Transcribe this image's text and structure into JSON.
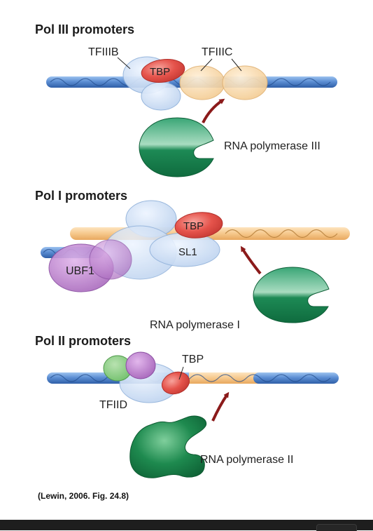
{
  "figure": {
    "sections": [
      {
        "heading": "Pol III promoters",
        "labels": {
          "tfiiib": "TFIIIB",
          "tbp": "TBP",
          "tfiiic": "TFIIIC",
          "polymerase": "RNA polymerase III"
        }
      },
      {
        "heading": "Pol I promoters",
        "labels": {
          "tbp": "TBP",
          "sl1": "SL1",
          "ubf1": "UBF1",
          "polymerase": "RNA polymerase I"
        }
      },
      {
        "heading": "Pol II promoters",
        "labels": {
          "tbp": "TBP",
          "tfiid": "TFIID",
          "polymerase": "RNA polymerase II"
        }
      }
    ],
    "caption": "(Lewin, 2006. Fig. 24.8)"
  },
  "colors": {
    "dna_blue": "#5b8fd4",
    "dna_orange": "#f6c98e",
    "tbp_red": "#e5534b",
    "polymerase_green": "#1e8f5a",
    "ubf1_purple": "#b67bc8",
    "arrow": "#8b1a1a",
    "bottom_bar": "#1e1e1e"
  },
  "icons": {
    "arrows": "dark-red-curved-arrow",
    "polymerase": "green-pacman-shape"
  }
}
